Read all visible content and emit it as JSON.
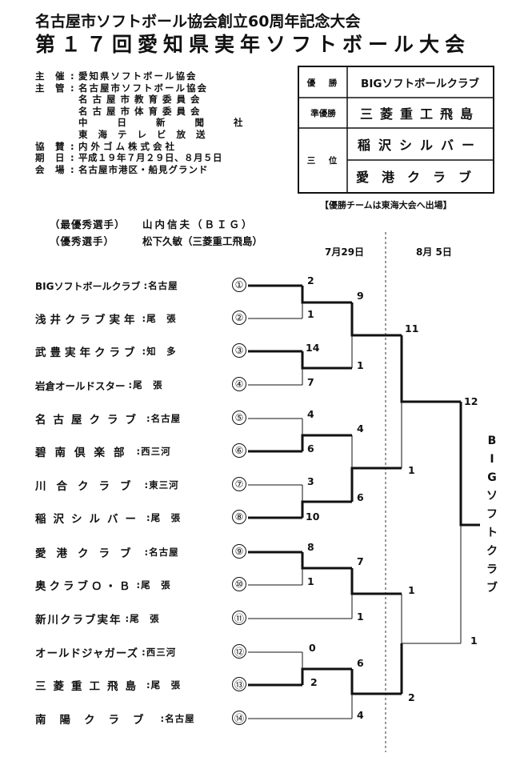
{
  "header": {
    "title_line1": "名古屋市ソフトボール協会創立60周年記念大会",
    "title_line2": "第１７回愛知県実年ソフトボール大会"
  },
  "info": {
    "rows": [
      {
        "label": "主　催",
        "value": "愛知県ソフトボール協会"
      },
      {
        "label": "主　管",
        "value": "名古屋市ソフトボール協会"
      },
      {
        "label": "",
        "value": "名古屋市教育委員会"
      },
      {
        "label": "",
        "value": "名古屋市体育委員会"
      },
      {
        "label": "",
        "value": "中日新聞社"
      },
      {
        "label": "",
        "value": "東海テレビ放送"
      },
      {
        "label": "協　賛",
        "value": "内外ゴム株式会社"
      },
      {
        "label": "期　日",
        "value": "平成１９年７月２９日、８月５日"
      },
      {
        "label": "会　場",
        "value": "名古屋市港区・船見グランド"
      }
    ]
  },
  "results": {
    "winner_label": "優　勝",
    "winner": "BIGソフトボールクラブ",
    "runner_up_label": "準優勝",
    "runner_up": "三菱重工飛島",
    "third_label": "三　位",
    "third_1": "稲沢シルバー",
    "third_2": "愛港クラブ"
  },
  "note": "【優勝チームは東海大会へ出場】",
  "awards": {
    "mvp_label": "（最優秀選手）",
    "mvp_value": "山内信夫（ＢＩＧ）",
    "excellent_label": "（優秀選手）",
    "excellent_value": "松下久敏（三菱重工飛島）"
  },
  "dates": {
    "day1": "7月29日",
    "day2": "8月 5日"
  },
  "teams": [
    {
      "name": "BIGソフトボールクラブ",
      "pref": "名古屋",
      "seed": "①"
    },
    {
      "name": "浅井クラブ実年",
      "pref": "尾　張",
      "seed": "②"
    },
    {
      "name": "武豊実年クラブ",
      "pref": "知　多",
      "seed": "③"
    },
    {
      "name": "岩倉オールドスター",
      "pref": "尾　張",
      "seed": "④"
    },
    {
      "name": "名古屋クラブ",
      "pref": "名古屋",
      "seed": "⑤"
    },
    {
      "name": "碧南倶楽部",
      "pref": "西三河",
      "seed": "⑥"
    },
    {
      "name": "川合クラブ",
      "pref": "東三河",
      "seed": "⑦"
    },
    {
      "name": "稲沢シルバー",
      "pref": "尾　張",
      "seed": "⑧"
    },
    {
      "name": "愛港クラブ",
      "pref": "名古屋",
      "seed": "⑨"
    },
    {
      "name": "奥クラブＯ・Ｂ",
      "pref": "尾　張",
      "seed": "⑩"
    },
    {
      "name": "新川クラブ実年",
      "pref": "尾　張",
      "seed": "⑪"
    },
    {
      "name": "オールドジャガーズ",
      "pref": "西三河",
      "seed": "⑫"
    },
    {
      "name": "三菱重工飛島",
      "pref": "尾　張",
      "seed": "⑬"
    },
    {
      "name": "南陽クラブ",
      "pref": "名古屋",
      "seed": "⑭"
    }
  ],
  "scores": {
    "r1": [
      "2",
      "1",
      "14",
      "7",
      "4",
      "6",
      "3",
      "10",
      "8",
      "1",
      "0",
      "2"
    ],
    "r2": [
      "9",
      "1",
      "4",
      "6",
      "7",
      "1",
      "6",
      "4"
    ],
    "r3": [
      "11",
      "1",
      "1",
      "2"
    ],
    "r4": [
      "12",
      "1"
    ]
  },
  "champion_vertical": [
    "B",
    "I",
    "G",
    "ソ",
    "フ",
    "ト",
    "ク",
    "ラ",
    "ブ"
  ]
}
